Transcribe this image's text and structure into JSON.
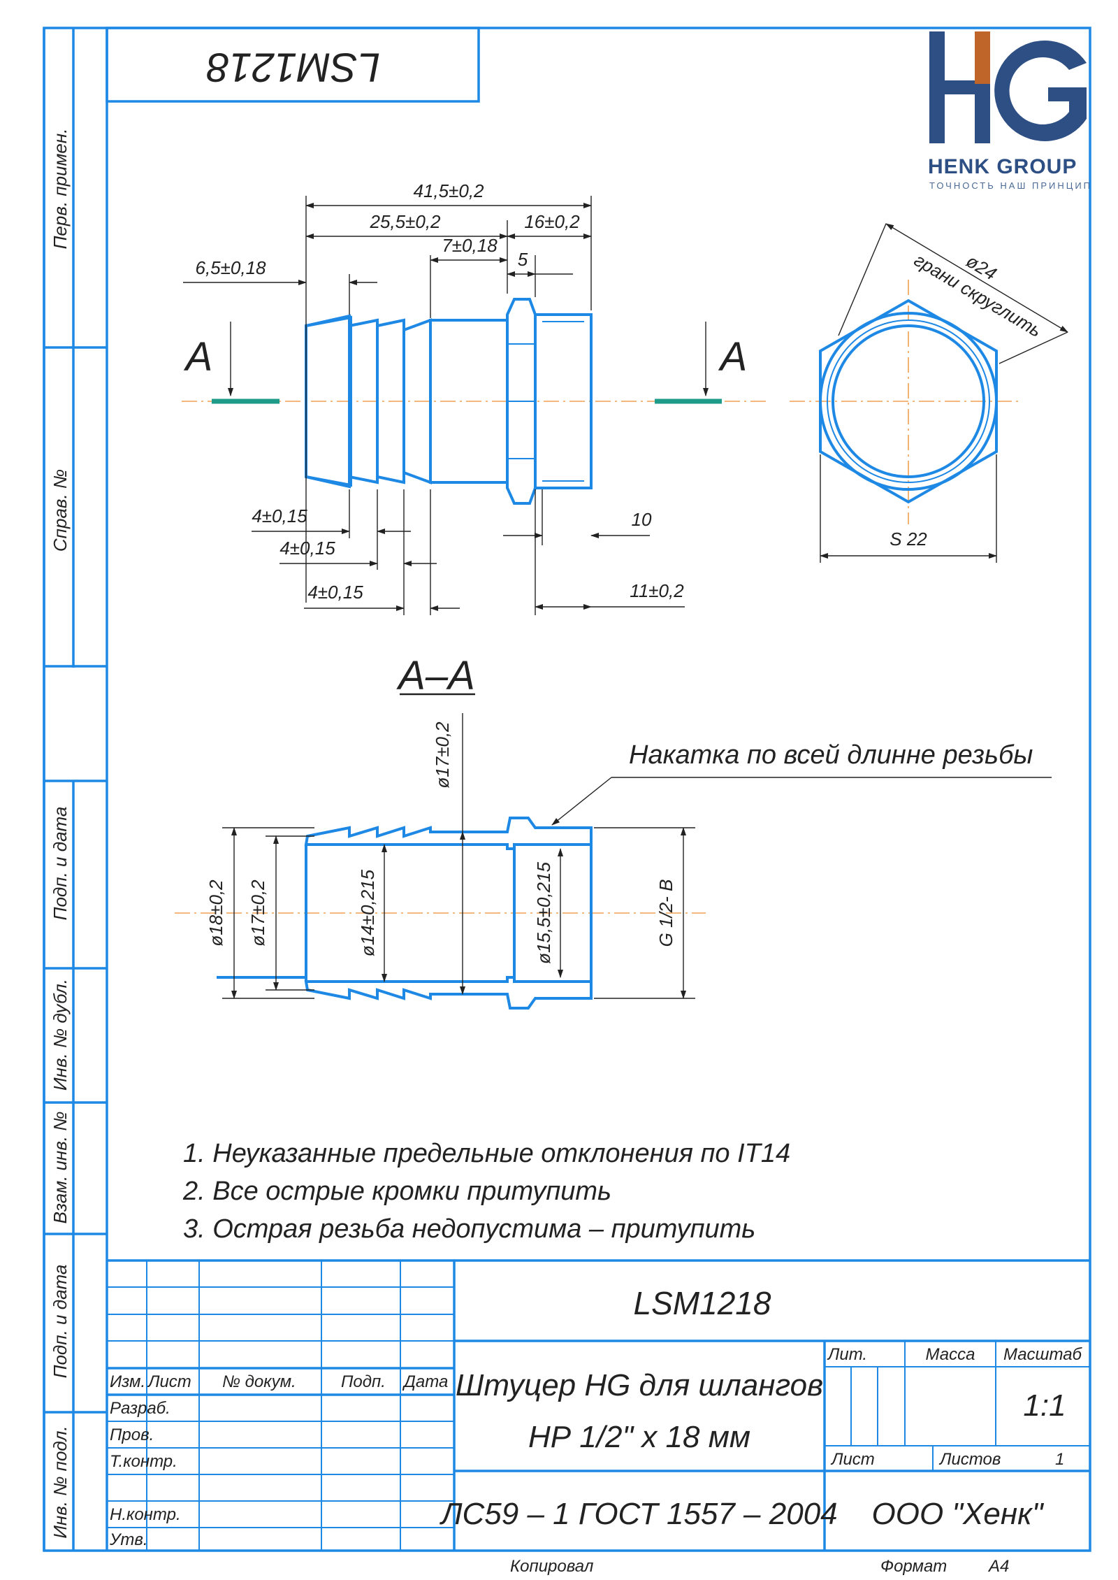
{
  "drawing": {
    "code_rotated": "LSM1218",
    "code": "LSM1218",
    "title_line1": "Штуцер HG для шлангов",
    "title_line2": "НР 1/2\" х 18 мм",
    "material": "ЛС59 – 1 ГОСТ 1557 – 2004",
    "company": "ООО \"Хенк\"",
    "scale": "1:1",
    "sheets_count": "1",
    "copied_by_label": "Копировал",
    "format_label": "Формат",
    "format_value": "А4"
  },
  "logo": {
    "letters": "HG",
    "name": "HENK GROUP",
    "tagline": "ТОЧНОСТЬ НАШ ПРИНЦИП",
    "colors": {
      "primary": "#2d4f83",
      "accent": "#c0652a"
    }
  },
  "side_labels": {
    "perv_primen": "Перв. примен.",
    "sprav_no": "Справ. №",
    "podp_data_1": "Подп. и дата",
    "inv_dubl": "Инв. № дубл.",
    "vzam_inv": "Взам. инв. №",
    "podp_data_2": "Подп. и дата",
    "inv_podl": "Инв. № подл."
  },
  "title_block": {
    "izm": "Изм.",
    "list": "Лист",
    "no_dokum": "№ докум.",
    "podp": "Подп.",
    "data": "Дата",
    "razrab": "Разраб.",
    "prov": "Пров.",
    "t_kontr": "Т.контр.",
    "n_kontr": "Н.контр.",
    "utv": "Утв.",
    "lit": "Лит.",
    "massa": "Масса",
    "masshtab": "Масштаб",
    "list_label": "Лист",
    "listov_label": "Листов"
  },
  "views": {
    "section_mark": "А",
    "section_title": "А–А"
  },
  "dimensions": {
    "d_41_5": "41,5±0,2",
    "d_25_5": "25,5±0,2",
    "d_16": "16±0,2",
    "d_7": "7±0,18",
    "d_5": "5",
    "d_6_5": "6,5±0,18",
    "d_4a": "4±0,15",
    "d_4b": "4±0,15",
    "d_4c": "4±0,15",
    "d_10": "10",
    "d_11": "11±0,2",
    "d_24": "ø24",
    "d_24_note": "грани скруглить",
    "d_s22": "S 22",
    "d_17_top": "ø17±0,2",
    "d_18": "ø18±0,2",
    "d_17": "ø17±0,2",
    "d_14": "ø14±0,215",
    "d_15_5": "ø15,5±0,215",
    "d_thread": "G 1/2- B",
    "knurl_note": "Накатка по всей длинне резьбы"
  },
  "notes": [
    "1. Неуказанные предельные отклонения по IT14",
    "2. Все острые кромки притупить",
    "3. Острая резьба недопустима – притупить"
  ]
}
